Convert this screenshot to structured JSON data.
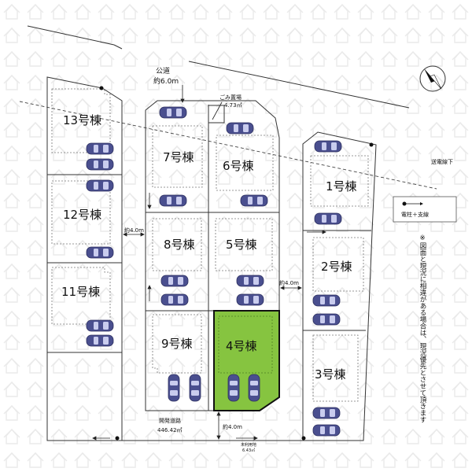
{
  "road": {
    "name": "公道",
    "width": "約6.0m"
  },
  "garbage": {
    "name": "ごみ置場",
    "area": "4.73㎡"
  },
  "power_line": {
    "label": "送電線下"
  },
  "legend": {
    "label": "電柱＋支線"
  },
  "note": "※図面と現況に相違がある場合は、現況優先とさせて頂きます",
  "dev_road": {
    "name": "開発道路",
    "area": "446.42㎡"
  },
  "unused_land": {
    "name": "未利用地",
    "area": "6.43㎡"
  },
  "widths": {
    "left": "約4.0m",
    "right": "約4.0m",
    "bottom": "約4.0m"
  },
  "lots": [
    {
      "id": "13",
      "label": "13号棟"
    },
    {
      "id": "12",
      "label": "12号棟"
    },
    {
      "id": "11",
      "label": "11号棟"
    },
    {
      "id": "7",
      "label": "7号棟"
    },
    {
      "id": "6",
      "label": "6号棟"
    },
    {
      "id": "8",
      "label": "8号棟"
    },
    {
      "id": "5",
      "label": "5号棟"
    },
    {
      "id": "9",
      "label": "9号棟"
    },
    {
      "id": "4",
      "label": "4号棟",
      "highlighted": true
    },
    {
      "id": "1",
      "label": "1号棟"
    },
    {
      "id": "2",
      "label": "2号棟"
    },
    {
      "id": "3",
      "label": "3号棟"
    }
  ],
  "colors": {
    "highlight": "#86c440",
    "car_fill": "#4a4f8f",
    "car_glass": "#c9ccee",
    "line": "#333333",
    "watermark": "#e9e9e9"
  }
}
